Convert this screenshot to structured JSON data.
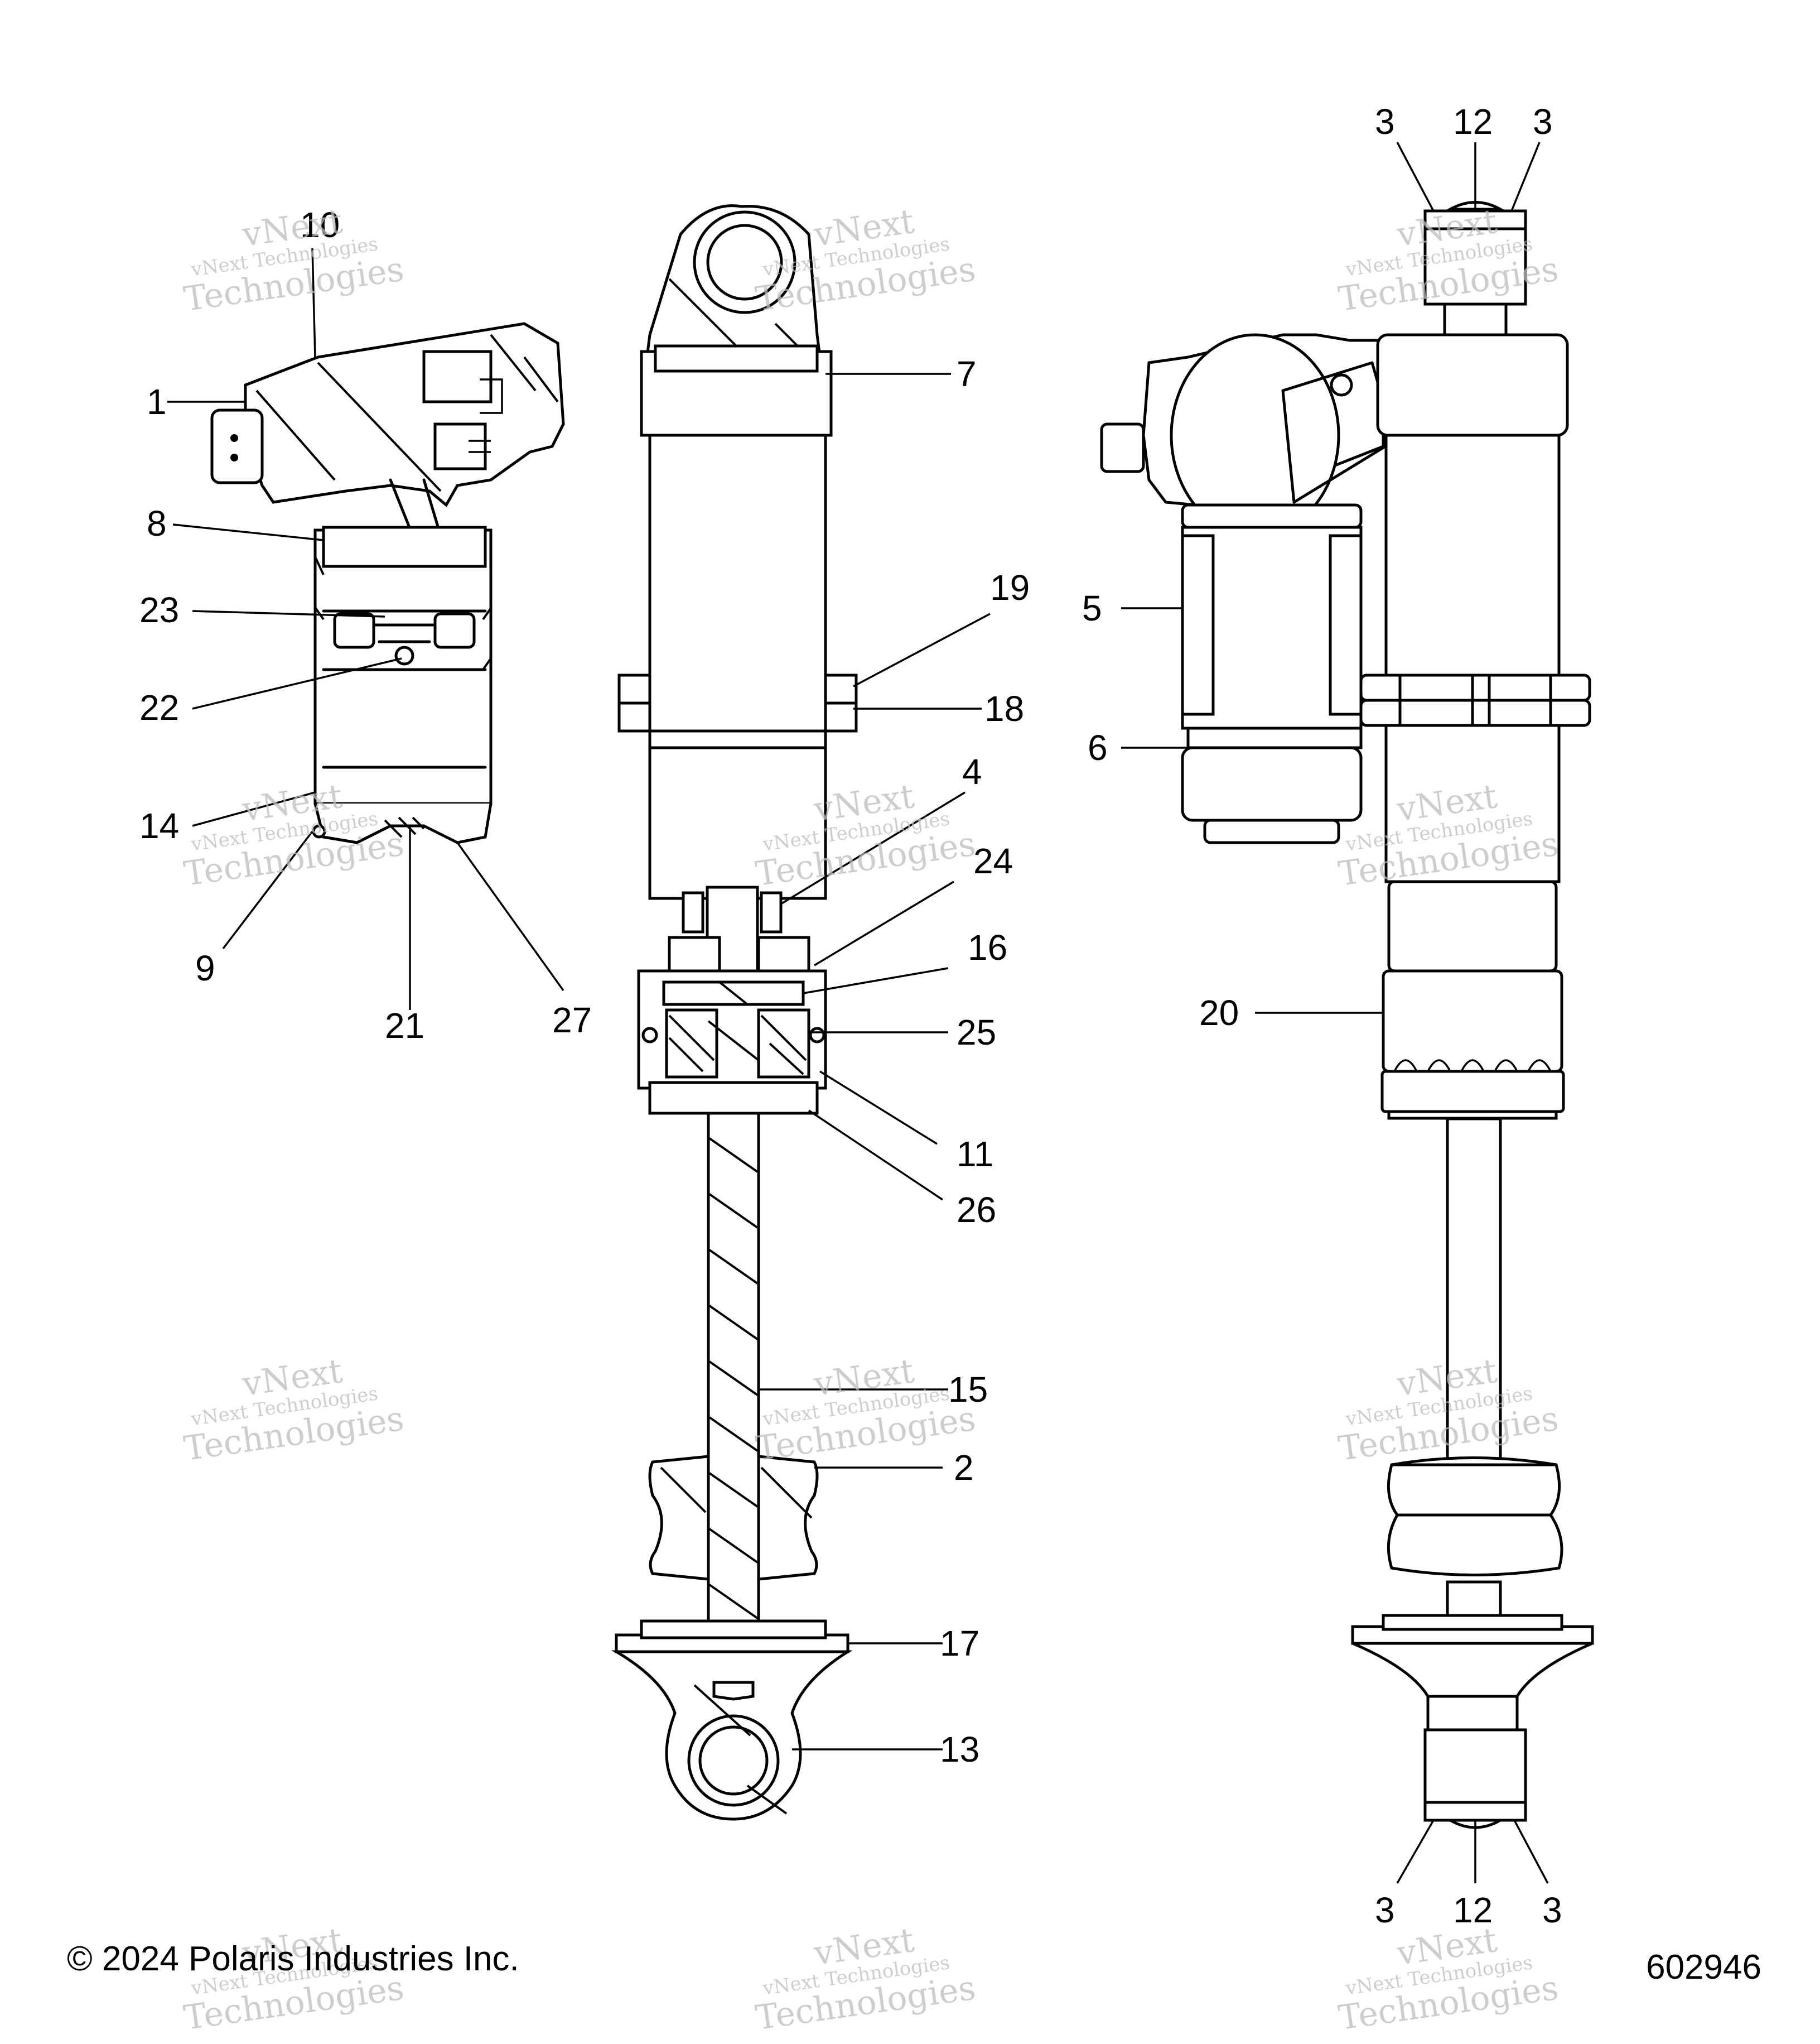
{
  "footer": {
    "copyright": "© 2024 Polaris Industries Inc.",
    "drawing_number": "602946"
  },
  "watermark": {
    "line1": "vNext Technologies",
    "line2": "vNext",
    "line3": "Technologies"
  },
  "callouts": {
    "c1": "1",
    "c2": "2",
    "c3a": "3",
    "c3b": "3",
    "c3c": "3",
    "c3d": "3",
    "c4": "4",
    "c5": "5",
    "c6": "6",
    "c7": "7",
    "c8": "8",
    "c9": "9",
    "c10": "10",
    "c11": "11",
    "c12a": "12",
    "c12b": "12",
    "c13": "13",
    "c14": "14",
    "c15": "15",
    "c16": "16",
    "c17": "17",
    "c18": "18",
    "c19": "19",
    "c20": "20",
    "c21": "21",
    "c22": "22",
    "c23": "23",
    "c24": "24",
    "c25": "25",
    "c26": "26",
    "c27": "27"
  }
}
